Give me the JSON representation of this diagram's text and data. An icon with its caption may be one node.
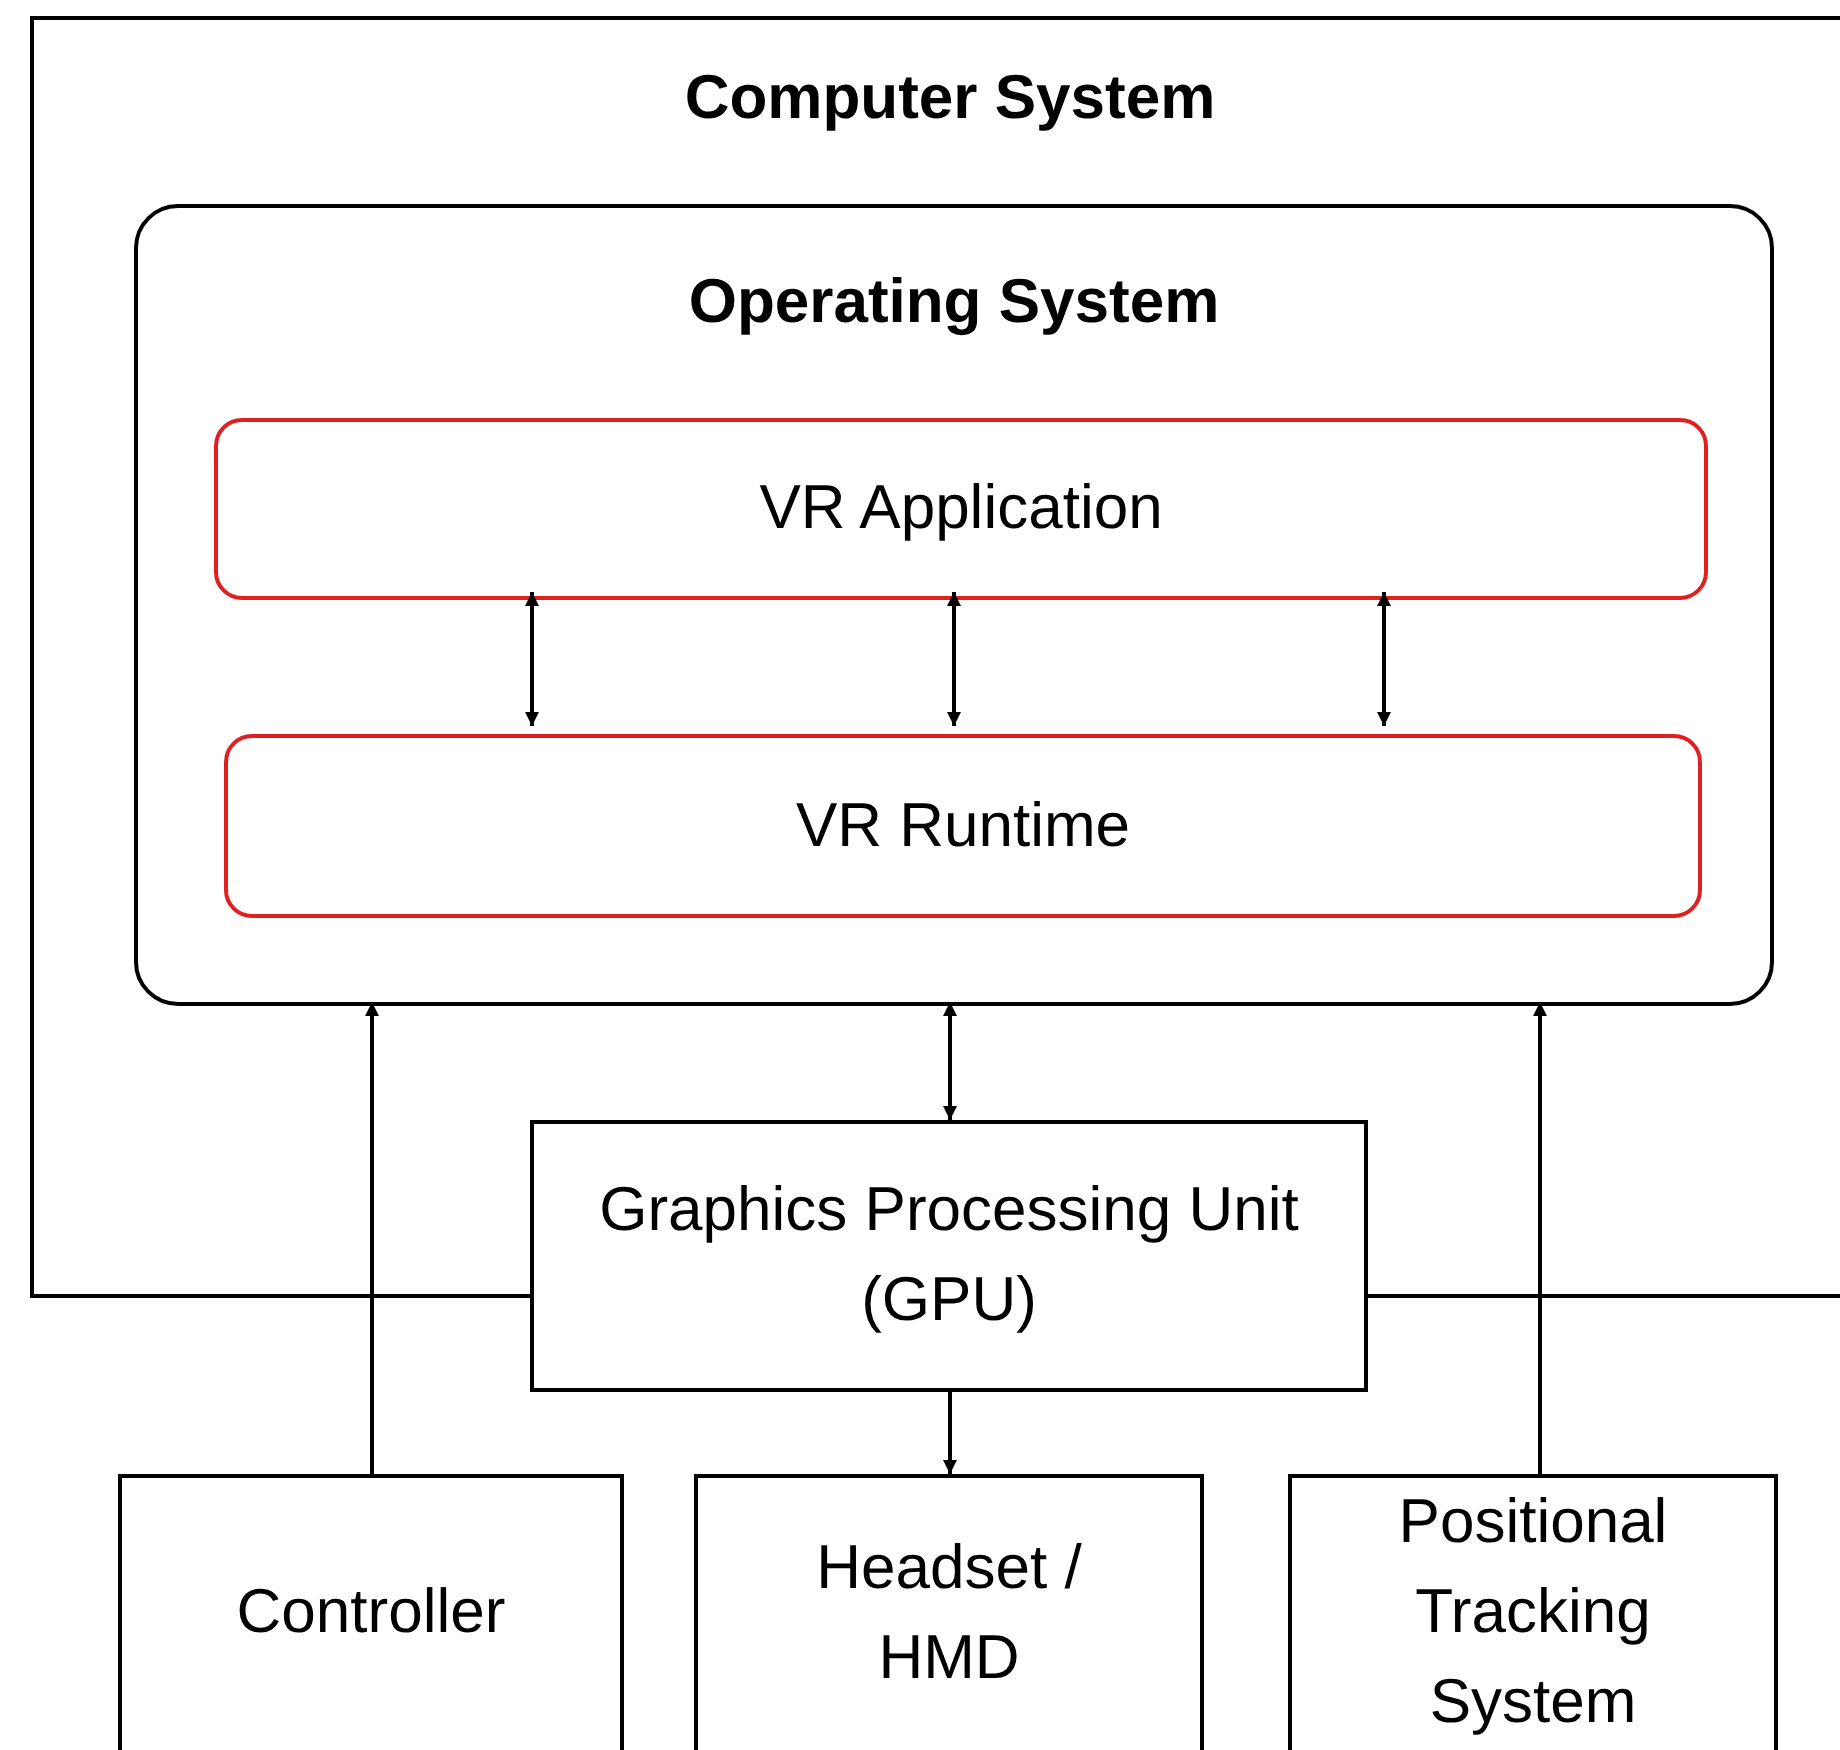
{
  "diagram": {
    "nodes": [
      {
        "text": [
          "Computer System"
        ]
      },
      {
        "text": [
          "Operating System"
        ],
        "in": 0
      },
      {
        "text": [
          "VR Application"
        ],
        "in": 1
      },
      {
        "text": [
          "VR Runtime"
        ],
        "in": 1
      },
      {
        "text": [
          "Graphics Processing Unit (GPU)"
        ]
      },
      {
        "text": [
          "Controller"
        ]
      },
      {
        "text": [
          "Headset / HMD"
        ]
      },
      {
        "text": [
          "Positional Tracking System"
        ]
      }
    ],
    "edges": [
      {
        "from": 2,
        "to": 3,
        "arrow": "both"
      },
      {
        "from": 2,
        "to": 3,
        "arrow": "both"
      },
      {
        "from": 2,
        "to": 3,
        "arrow": "both"
      },
      {
        "from": 4,
        "to": 1,
        "arrow": "both"
      },
      {
        "from": 4,
        "to": 6,
        "arrow": "to"
      },
      {
        "from": 5,
        "to": 1,
        "arrow": "to"
      },
      {
        "from": 7,
        "to": 1,
        "arrow": "to"
      }
    ]
  }
}
